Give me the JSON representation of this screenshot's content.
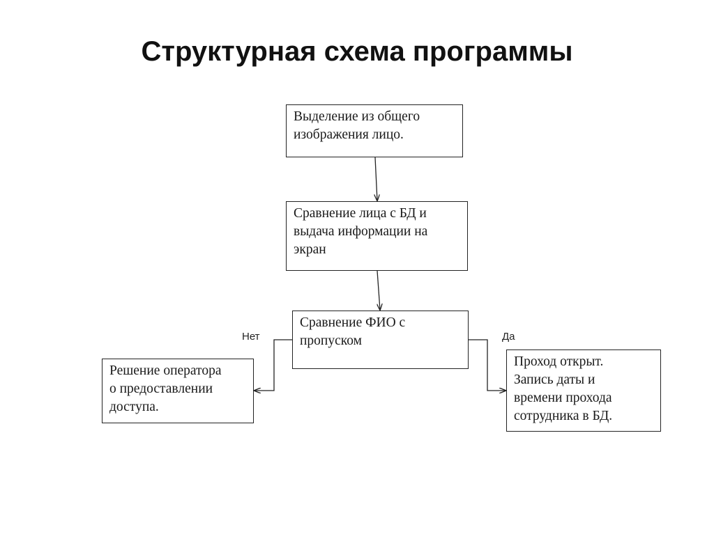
{
  "title": "Структурная схема программы",
  "nodes": {
    "extract_face": "Выделение из общего\nизображения лицо.",
    "compare_db": "Сравнение лица с БД и\nвыдача информации на\nэкран",
    "compare_name": "Сравнение ФИО с\nпропуском",
    "operator_decision": "Решение оператора\nо предоставлении\nдоступа.",
    "pass_open": "Проход открыт.\nЗапись даты и\nвремени прохода\nсотрудника в БД."
  },
  "edges": {
    "no_label": "Нет",
    "yes_label": "Да"
  },
  "colors": {
    "line": "#222222",
    "text": "#1a1a1a"
  }
}
